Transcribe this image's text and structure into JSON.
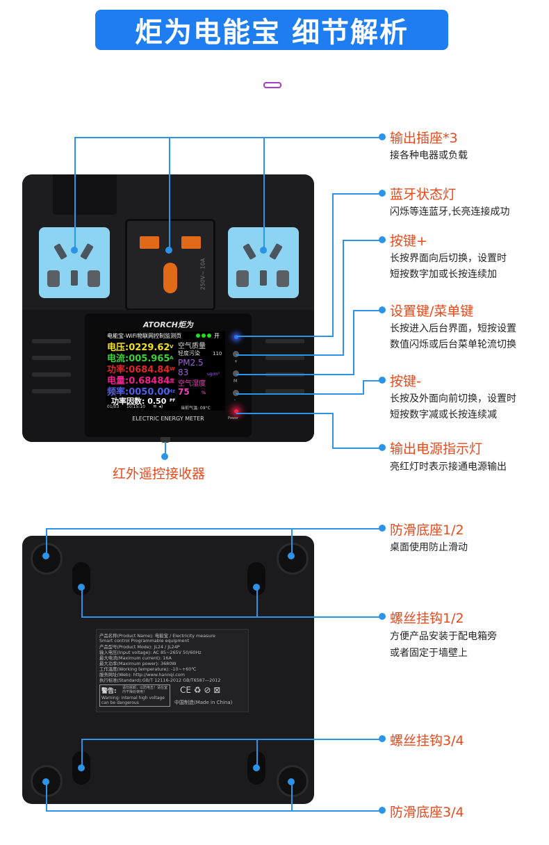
{
  "title": "炬为电能宝 细节解析",
  "device": {
    "brand": "ATORCH炬为",
    "meter_label": "ELECTRIC ENERGY METER",
    "universal_marking": "250V~ 10A",
    "screen": {
      "header": "电能宝-WiFi物联网控制监测页",
      "header_on": "开",
      "voltage": "电压:0229.62",
      "voltage_unit": "V",
      "current": "电流:005.965",
      "current_unit": "A",
      "power": "功率:0684.84",
      "power_unit": "W",
      "energy": "电量:0.68484",
      "energy_unit": "度",
      "freq": "频率:0050.00",
      "freq_unit": "Hz",
      "pf": "功率因数: 0.50",
      "pf_unit": "PF",
      "air_quality": "空气质量",
      "pollution": "轻度污染",
      "pollution_value": "110",
      "pm_label": "PM2.5",
      "pm_value": "83",
      "pm_unit": "ug/m³",
      "humidity_label": "空气湿度",
      "humidity_value": "75",
      "humidity_unit": "%",
      "date": "01/03",
      "time": "10:15:10",
      "temp": "当前气温: 09°C"
    },
    "button_marks": [
      "+",
      "M",
      "-"
    ],
    "power_mark": "Power",
    "colors": {
      "accent": "#2b93e8",
      "annotation": "#e8481a",
      "outlet": "#8dd3f2",
      "banner": "#1e7df0"
    }
  },
  "annotations": [
    {
      "title": "输出插座*3",
      "desc": [
        "接各种电器或负载"
      ]
    },
    {
      "title": "蓝牙状态灯",
      "desc": [
        "闪烁等连蓝牙,长亮连接成功"
      ]
    },
    {
      "title": "按键+",
      "desc": [
        "长按界面向后切换，设置时",
        "短按数字加或长按连续加"
      ]
    },
    {
      "title": "设置键/菜单键",
      "desc": [
        "长按进入后台界面，短按设置",
        "数值闪烁或后台菜单轮流切换"
      ]
    },
    {
      "title": "按键-",
      "desc": [
        "长按及外面向前切换，设置时",
        "短按数字减或长按连续减"
      ]
    },
    {
      "title": "输出电源指示灯",
      "desc": [
        "亮红灯时表示接通电源输出"
      ]
    },
    {
      "title": "红外遥控接收器",
      "desc": []
    },
    {
      "title": "防滑底座1/2",
      "desc": [
        "桌面使用防止滑动"
      ]
    },
    {
      "title": "螺丝挂钩1/2",
      "desc": [
        "方便产品安装于配电箱旁",
        "或者固定于墙壁上"
      ]
    },
    {
      "title": "螺丝挂钩3/4",
      "desc": []
    },
    {
      "title": "防滑底座3/4",
      "desc": []
    }
  ],
  "label_plate": {
    "lines": [
      "产品名称(Product  Name): 电能宝 / Electricity measure",
      "Smart control Programmable equipment",
      "产品型号(Product  Mode): JL24 / JL24P",
      "输入电压(Input voltage): AC 85~265V  50/60Hz",
      "最大电流(Maximum current): 16A",
      "最大功率(Maximum power): 3680W",
      "工作温度(Working temperature): -10~+60℃",
      "服务网址(Web): http://www.hannqi.com",
      "执行标准(Standard):GB/T 12116-2012  GB/T6587—2012"
    ],
    "warning_title": "警告:",
    "warning_cn": "请勿拆卸，以防电击！请在室内干燥处使用！",
    "warning_en1": "Warning: internal high voltage",
    "warning_en2": "can be dangerous",
    "made_in": "中国制造(Made in China)",
    "cert_marks": "CE ♻ ⊘ ⊠"
  }
}
